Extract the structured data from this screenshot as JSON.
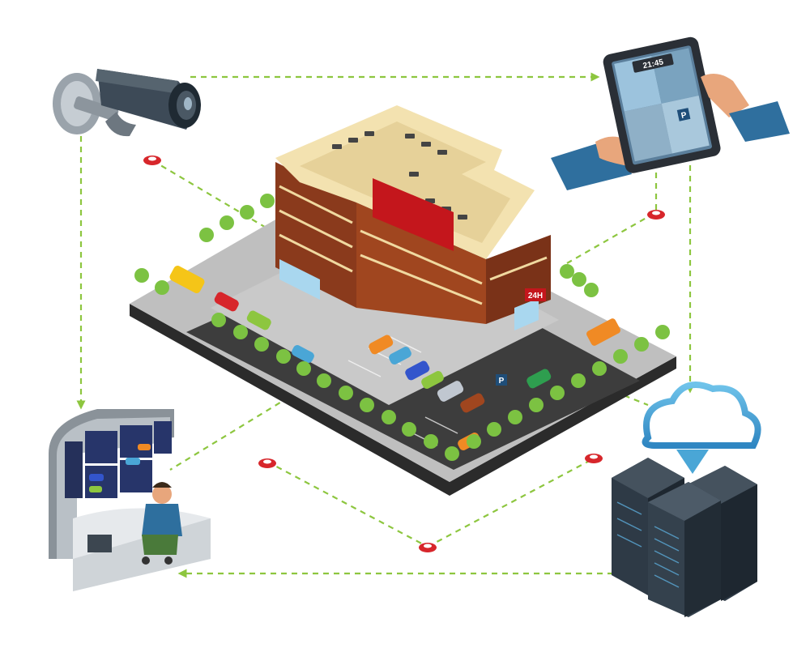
{
  "clock": "21:45",
  "store_sign": "24H",
  "parking_sign": "P",
  "colors": {
    "flow_line": "#8dc63f",
    "node_red": "#d7262b",
    "building_brick": "#8a3a1c",
    "roof": "#f3e2b0",
    "banner": "#c4161c",
    "ground": "#bfbfbf",
    "road": "#3d3d3d",
    "tree": "#7cc242",
    "server": "#2e3a46",
    "cloud": "#4aa6d6",
    "camera": "#3d4a57"
  },
  "icons": {
    "camera": "cctv-camera-icon",
    "tablet": "tablet-monitor-icon",
    "operator": "control-room-operator-icon",
    "servers": "cloud-server-rack-icon",
    "building": "shopping-mall-building-icon"
  }
}
